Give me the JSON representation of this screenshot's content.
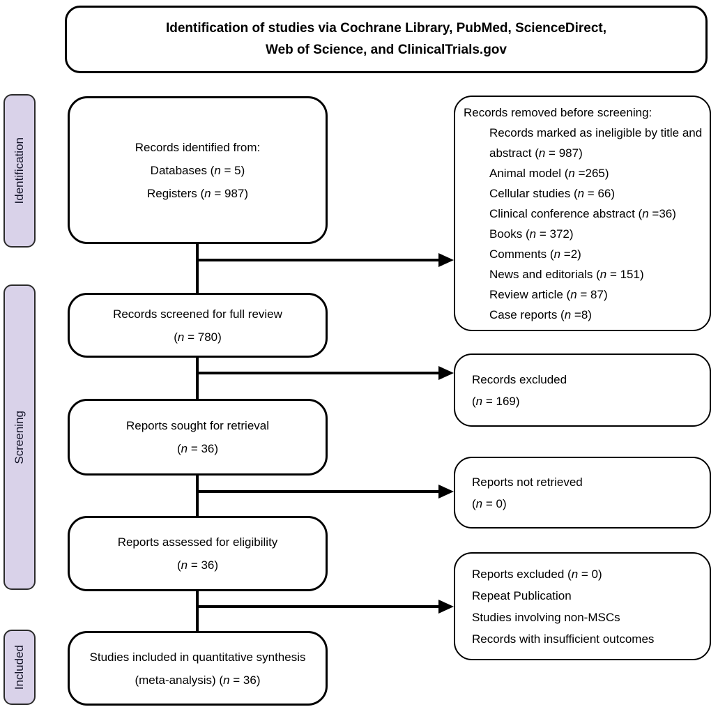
{
  "title": {
    "line1": "Identification of studies via Cochrane Library, PubMed, ScienceDirect,",
    "line2": "Web of Science, and ClinicalTrials.gov"
  },
  "stages": [
    {
      "label": "Identification"
    },
    {
      "label": "Screening"
    },
    {
      "label": "Included"
    }
  ],
  "flow_boxes": [
    {
      "id": "records-identified",
      "lines": [
        {
          "text": "Records identified from:",
          "indent": false
        },
        {
          "text": "Databases (n = 5)",
          "indent": false
        },
        {
          "text": "Registers (n = 987)",
          "indent": false
        }
      ]
    },
    {
      "id": "records-screened",
      "lines": [
        {
          "text": "Records screened for full review",
          "indent": false
        },
        {
          "text": "(n = 780)",
          "indent": false
        }
      ]
    },
    {
      "id": "reports-sought",
      "lines": [
        {
          "text": "Reports sought for retrieval",
          "indent": false
        },
        {
          "text": "(n = 36)",
          "indent": false
        }
      ]
    },
    {
      "id": "reports-assessed",
      "lines": [
        {
          "text": "Reports assessed for eligibility",
          "indent": false
        },
        {
          "text": "(n = 36)",
          "indent": false
        }
      ]
    },
    {
      "id": "studies-included",
      "lines": [
        {
          "text": "Studies included in quantitative synthesis",
          "indent": false
        },
        {
          "text": "(meta-analysis) (n = 36)",
          "indent": false
        }
      ]
    }
  ],
  "side_boxes": [
    {
      "id": "records-removed",
      "lines": [
        {
          "text": "Records removed before screening:",
          "indent": false
        },
        {
          "text": "Records marked as ineligible by title and",
          "indent": true
        },
        {
          "text": "abstract (n = 987)",
          "indent": true
        },
        {
          "text": "Animal model (n =265)",
          "indent": true
        },
        {
          "text": "Cellular studies (n = 66)",
          "indent": true
        },
        {
          "text": "Clinical conference abstract (n =36)",
          "indent": true
        },
        {
          "text": "Books (n = 372)",
          "indent": true
        },
        {
          "text": "Comments (n =2)",
          "indent": true
        },
        {
          "text": "News and editorials (n = 151)",
          "indent": true
        },
        {
          "text": "Review article (n = 87)",
          "indent": true
        },
        {
          "text": "Case reports (n =8)",
          "indent": true
        }
      ]
    },
    {
      "id": "records-excluded",
      "lines": [
        {
          "text": "Records excluded",
          "indent": false
        },
        {
          "text": "(n = 169)",
          "indent": false
        }
      ]
    },
    {
      "id": "reports-not-retrieved",
      "lines": [
        {
          "text": "Reports not retrieved",
          "indent": false
        },
        {
          "text": "(n = 0)",
          "indent": false
        }
      ]
    },
    {
      "id": "reports-excluded",
      "lines": [
        {
          "text": "Reports excluded (n = 0)",
          "indent": false
        },
        {
          "text": "Repeat Publication",
          "indent": false
        },
        {
          "text": "Studies involving non-MSCs",
          "indent": false
        },
        {
          "text": "Records with insufficient outcomes",
          "indent": false
        }
      ]
    }
  ],
  "colors": {
    "stage_fill": "#d9d2e9",
    "border": "#000000",
    "background": "#ffffff"
  }
}
